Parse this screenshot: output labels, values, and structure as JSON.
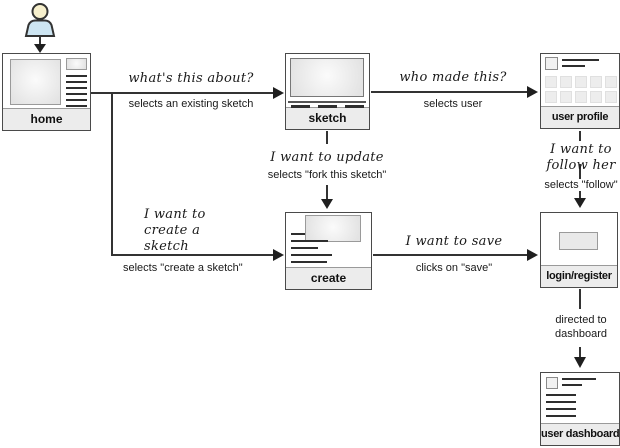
{
  "actor": {
    "icon": "user-icon"
  },
  "nodes": {
    "home": "home",
    "sketch": "sketch",
    "user_profile": "user profile",
    "create": "create",
    "login_register": "login/register",
    "user_dashboard": "user dashboard"
  },
  "edges": {
    "home_to_sketch": {
      "intent": "what's this about?",
      "action": "selects an existing sketch"
    },
    "sketch_to_user_profile": {
      "intent": "who made this?",
      "action": "selects user"
    },
    "sketch_to_create": {
      "intent": "I want to update",
      "action": "selects \"fork this sketch\""
    },
    "home_to_create": {
      "intent": "I want to create a sketch",
      "action": "selects \"create a sketch\""
    },
    "create_to_login": {
      "intent": "I want to save",
      "action": "clicks on \"save\""
    },
    "user_profile_to_login": {
      "intent": "I want to follow her",
      "action": "selects \"follow\""
    },
    "login_to_dashboard": {
      "action": "directed to dashboard"
    }
  },
  "colors": {
    "line": "#333333",
    "box_border": "#4a4a4a",
    "label_bg": "#ececec",
    "wireframe_fill": "#e8e8e8",
    "person_head": "#f7f0cd",
    "person_body": "#cde5f2"
  }
}
